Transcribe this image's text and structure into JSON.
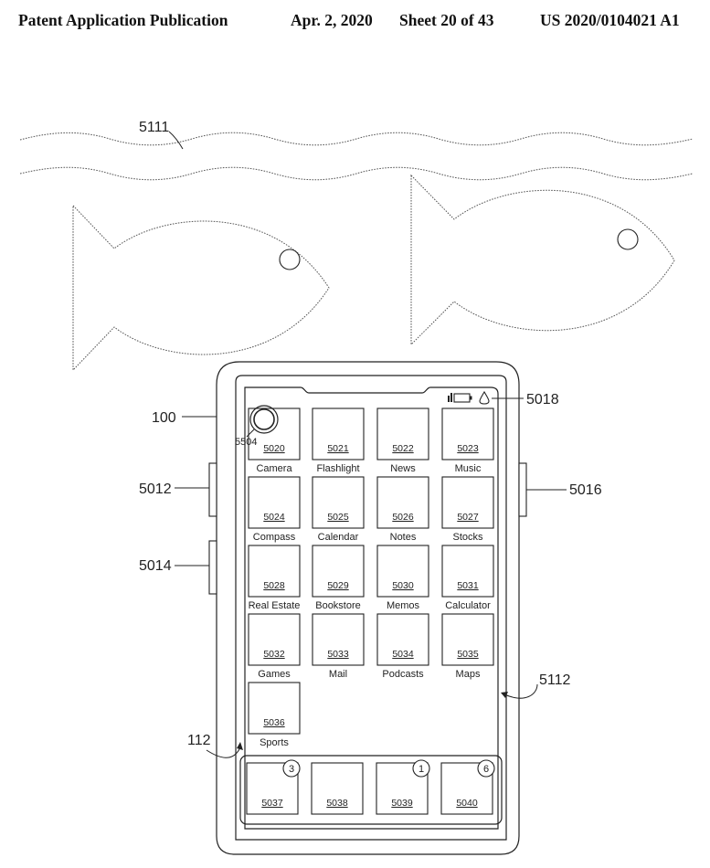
{
  "header": {
    "left": "Patent Application Publication",
    "date": "Apr. 2, 2020",
    "sheet": "Sheet 20 of 43",
    "number": "US 2020/0104021 A1"
  },
  "scene": {
    "water_ref": "5111"
  },
  "device": {
    "ref": "100",
    "status_ref": "5018",
    "left_button_top_ref": "5012",
    "left_button_bottom_ref": "5014",
    "right_button_ref": "5016",
    "screen_ref": "5112",
    "dock_ref": "112",
    "focus_indicator_ref": "5504"
  },
  "apps": [
    {
      "ref": "5020",
      "name": "Camera"
    },
    {
      "ref": "5021",
      "name": "Flashlight"
    },
    {
      "ref": "5022",
      "name": "News"
    },
    {
      "ref": "5023",
      "name": "Music"
    },
    {
      "ref": "5024",
      "name": "Compass"
    },
    {
      "ref": "5025",
      "name": "Calendar"
    },
    {
      "ref": "5026",
      "name": "Notes"
    },
    {
      "ref": "5027",
      "name": "Stocks"
    },
    {
      "ref": "5028",
      "name": "Real Estate"
    },
    {
      "ref": "5029",
      "name": "Bookstore"
    },
    {
      "ref": "5030",
      "name": "Memos"
    },
    {
      "ref": "5031",
      "name": "Calculator"
    },
    {
      "ref": "5032",
      "name": "Games"
    },
    {
      "ref": "5033",
      "name": "Mail"
    },
    {
      "ref": "5034",
      "name": "Podcasts"
    },
    {
      "ref": "5035",
      "name": "Maps"
    },
    {
      "ref": "5036",
      "name": "Sports"
    }
  ],
  "dock": [
    {
      "ref": "5037",
      "badge": "3"
    },
    {
      "ref": "5038",
      "badge": ""
    },
    {
      "ref": "5039",
      "badge": "1"
    },
    {
      "ref": "5040",
      "badge": "6"
    }
  ]
}
